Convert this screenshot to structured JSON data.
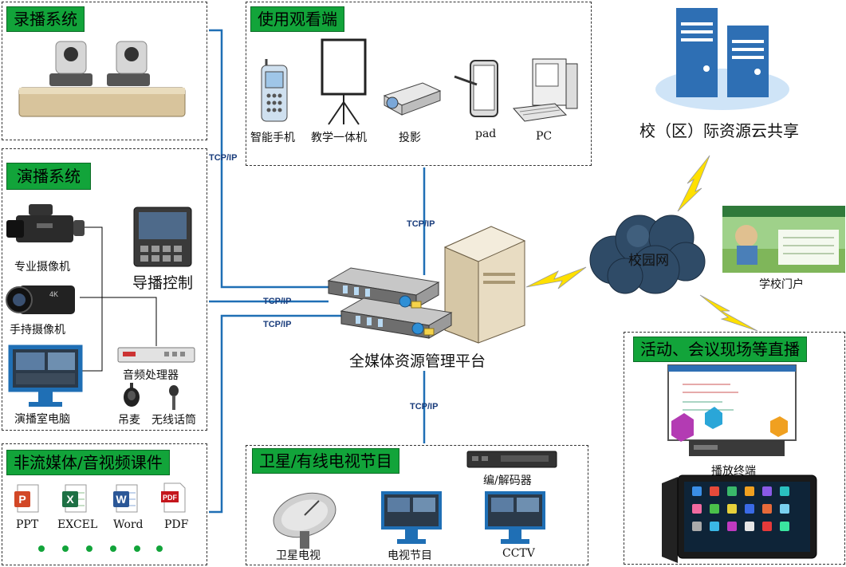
{
  "sections": {
    "recording": {
      "title": "录播系统"
    },
    "viewing": {
      "title": "使用观看端",
      "devices": [
        "智能手机",
        "教学一体机",
        "投影",
        "pad",
        "PC"
      ]
    },
    "broadcast": {
      "title": "演播系统",
      "items": {
        "pro_camera": "专业摄像机",
        "handheld_camera": "手持摄像机",
        "studio_pc": "演播室电脑",
        "director": "导播控制",
        "audio_processor": "音频处理器",
        "hanging_mic": "吊麦",
        "wireless_mic": "无线话筒"
      }
    },
    "courseware": {
      "title": "非流媒体/音视频课件",
      "files": [
        "PPT",
        "EXCEL",
        "Word",
        "PDF"
      ]
    },
    "tv": {
      "title": "卫星/有线电视节目",
      "items": {
        "codec": "编/解码器",
        "satellite": "卫星电视",
        "tv_program": "电视节目",
        "cctv": "CCTV"
      }
    },
    "live": {
      "title": "活动、会议现场等直播",
      "player": "播放终端"
    }
  },
  "center": {
    "label": "全媒体资源管理平台"
  },
  "cloud": {
    "label": "校（区）际资源云共享"
  },
  "campus_net": {
    "label": "校园网"
  },
  "portal": {
    "label": "学校门户"
  },
  "links": {
    "tcp1": "TCP/IP",
    "tcp2": "TCP/IP",
    "tcp3": "TCP/IP",
    "tcp4": "TCP/IP",
    "tcp5": "TCP/IP"
  },
  "colors": {
    "tag_green": "#12a43a",
    "line_blue": "#1f6fb5",
    "server_blue": "#2e6fb4"
  }
}
